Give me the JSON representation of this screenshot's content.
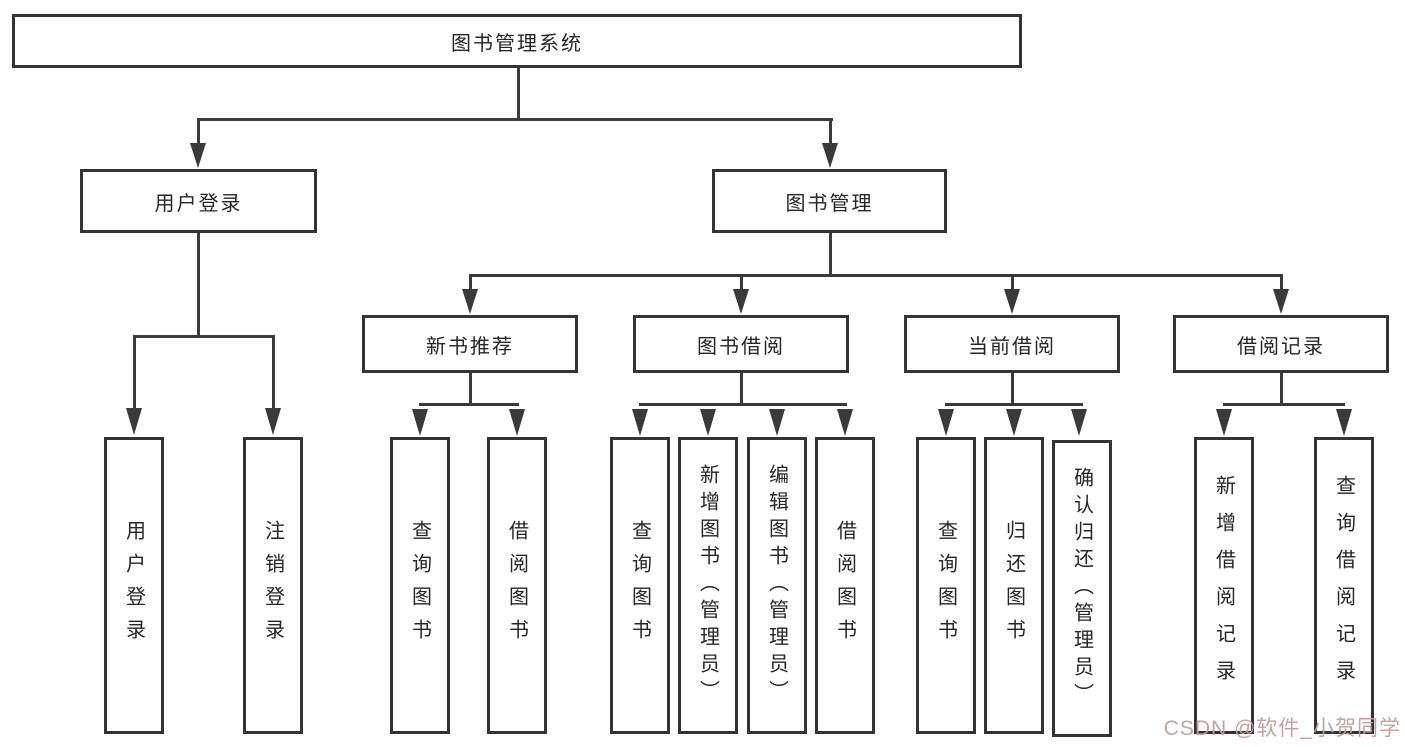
{
  "colors": {
    "background": "#ffffff",
    "line": "#3a3a3a",
    "box_border": "#333333",
    "text": "#262626",
    "watermark": "#c29c9c"
  },
  "watermark": {
    "text": "CSDN @软件_小贺同学"
  },
  "tree": {
    "root": {
      "label": "图书管理系统"
    },
    "branches": [
      {
        "label": "用户登录",
        "children": [
          {
            "label": "用户登录"
          },
          {
            "label": "注销登录"
          }
        ]
      },
      {
        "label": "图书管理",
        "children": [
          {
            "label": "新书推荐",
            "children": [
              {
                "label": "查询图书"
              },
              {
                "label": "借阅图书"
              }
            ]
          },
          {
            "label": "图书借阅",
            "children": [
              {
                "label": "查询图书"
              },
              {
                "label": "新增图书（管理员）"
              },
              {
                "label": "编辑图书（管理员）"
              },
              {
                "label": "借阅图书"
              }
            ]
          },
          {
            "label": "当前借阅",
            "children": [
              {
                "label": "查询图书"
              },
              {
                "label": "归还图书"
              },
              {
                "label": "确认归还（管理员）"
              }
            ]
          },
          {
            "label": "借阅记录",
            "children": [
              {
                "label": "新增借阅记录"
              },
              {
                "label": "查询借阅记录"
              }
            ]
          }
        ]
      }
    ]
  }
}
